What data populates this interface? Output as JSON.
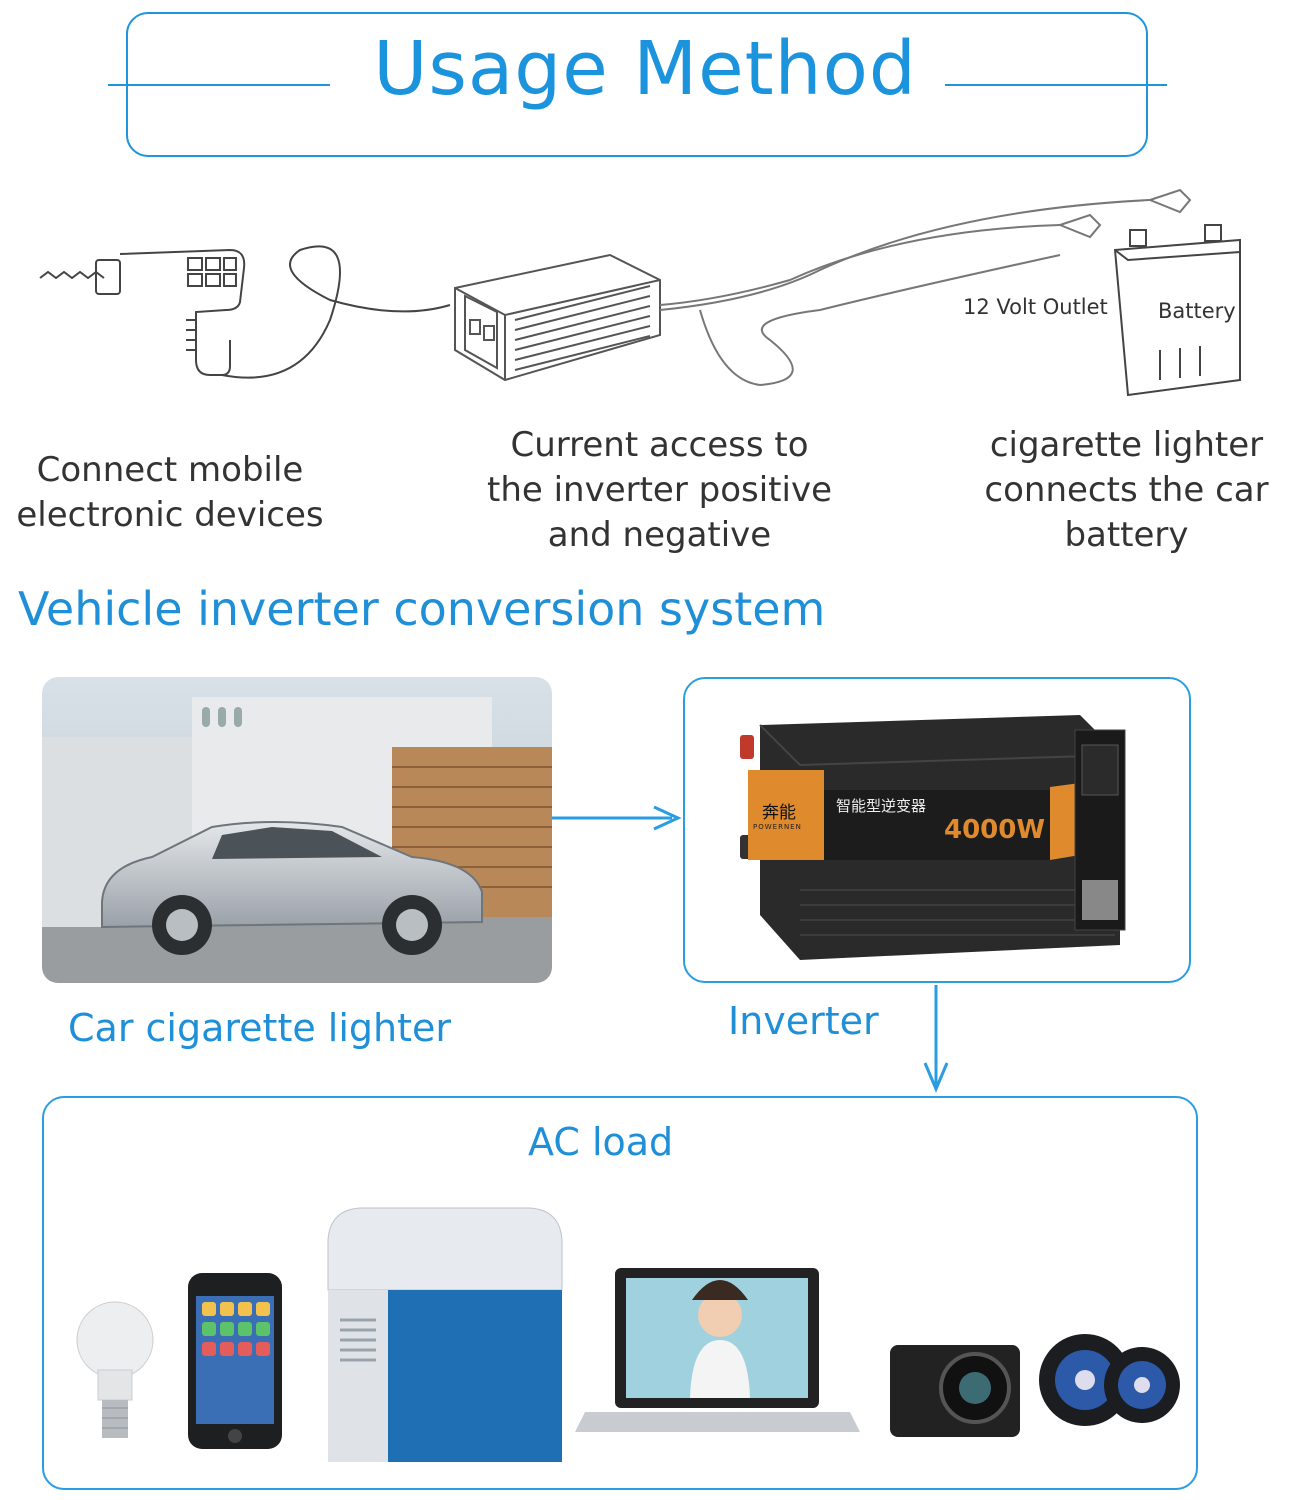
{
  "header": {
    "title": "Usage Method"
  },
  "diagram": {
    "outlet_label": "12 Volt Outlet",
    "battery_label": "Battery"
  },
  "captions": {
    "devices": "Connect mobile\nelectronic devices",
    "inverter": "Current access to\nthe inverter positive\nand negative",
    "lighter": "cigarette lighter\nconnects the car\nbattery"
  },
  "system": {
    "title": "Vehicle inverter conversion system",
    "car_label": "Car cigarette lighter",
    "inverter_label": "Inverter",
    "inverter_brand": "奔能",
    "inverter_brand_latin": "POWERNEN",
    "inverter_product": "智能型逆变器",
    "inverter_power": "4000W",
    "load_label": "AC load"
  },
  "colors": {
    "accent": "#1f95dc",
    "inverter_panel": "#e08a2e",
    "inverter_body": "#2a2a2a"
  },
  "icons": [
    "drill-icon",
    "inverter-sketch-icon",
    "battery-icon",
    "car-photo",
    "inverter-photo",
    "bulb-icon",
    "phone-icon",
    "cooler-icon",
    "laptop-icon",
    "camera-icon",
    "speaker-icon",
    "arrow-right-icon",
    "arrow-down-icon"
  ]
}
